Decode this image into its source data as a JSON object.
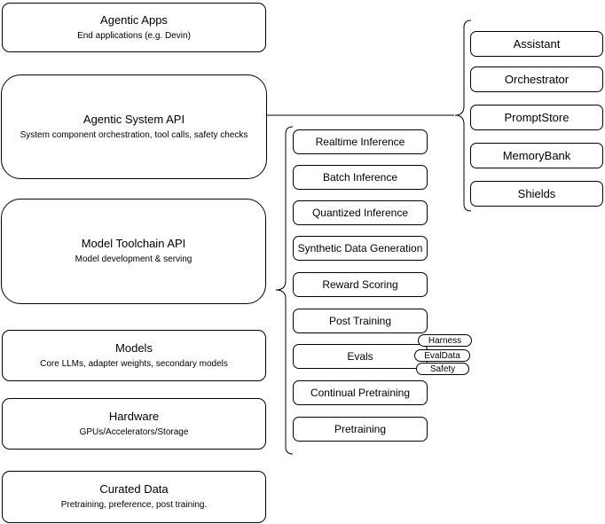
{
  "left": [
    {
      "title": "Agentic Apps",
      "subtitle": "End applications (e.g. Devin)"
    },
    {
      "title": "Agentic System API",
      "subtitle": "System component orchestration, tool calls, safety checks"
    },
    {
      "title": "Model Toolchain API",
      "subtitle": "Model development & serving"
    },
    {
      "title": "Models",
      "subtitle": "Core LLMs, adapter weights, secondary models"
    },
    {
      "title": "Hardware",
      "subtitle": "GPUs/Accelerators/Storage"
    },
    {
      "title": "Curated Data",
      "subtitle": "Pretraining, preference, post training."
    }
  ],
  "toolchain_group": {
    "items": [
      "Realtime Inference",
      "Batch Inference",
      "Quantized Inference",
      "Synthetic Data Generation",
      "Reward Scoring",
      "Post Training",
      "Evals",
      "Continual Pretraining",
      "Pretraining"
    ],
    "evals_tags": [
      "Harness",
      "EvalData",
      "Safety"
    ]
  },
  "system_group": {
    "items": [
      "Assistant",
      "Orchestrator",
      "PromptStore",
      "MemoryBank",
      "Shields"
    ]
  },
  "colors": {
    "stroke": "#000000",
    "background": "#ffffff",
    "text": "#000000"
  }
}
